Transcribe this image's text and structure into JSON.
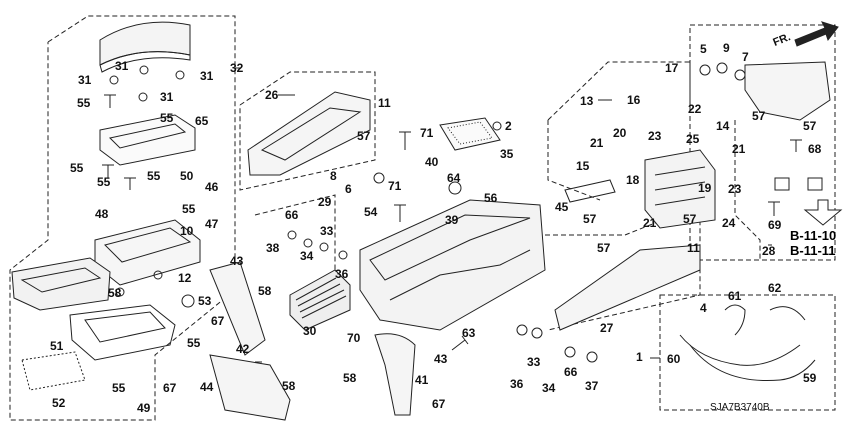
{
  "diagram": {
    "code": "SJA7B3740B",
    "direction_label": "FR.",
    "refs": [
      "B-11-10",
      "B-11-11"
    ],
    "callouts": [
      {
        "id": "c1",
        "text": "1"
      },
      {
        "id": "c2",
        "text": "2"
      },
      {
        "id": "c4",
        "text": "4"
      },
      {
        "id": "c5",
        "text": "5"
      },
      {
        "id": "c6",
        "text": "6"
      },
      {
        "id": "c7",
        "text": "7"
      },
      {
        "id": "c8",
        "text": "8"
      },
      {
        "id": "c9",
        "text": "9"
      },
      {
        "id": "c10",
        "text": "10"
      },
      {
        "id": "c11a",
        "text": "11"
      },
      {
        "id": "c11b",
        "text": "11"
      },
      {
        "id": "c12",
        "text": "12"
      },
      {
        "id": "c13",
        "text": "13"
      },
      {
        "id": "c14",
        "text": "14"
      },
      {
        "id": "c15",
        "text": "15"
      },
      {
        "id": "c16",
        "text": "16"
      },
      {
        "id": "c17",
        "text": "17"
      },
      {
        "id": "c18",
        "text": "18"
      },
      {
        "id": "c19",
        "text": "19"
      },
      {
        "id": "c20",
        "text": "20"
      },
      {
        "id": "c21a",
        "text": "21"
      },
      {
        "id": "c21b",
        "text": "21"
      },
      {
        "id": "c21c",
        "text": "21"
      },
      {
        "id": "c22",
        "text": "22"
      },
      {
        "id": "c23a",
        "text": "23"
      },
      {
        "id": "c23b",
        "text": "23"
      },
      {
        "id": "c24",
        "text": "24"
      },
      {
        "id": "c25",
        "text": "25"
      },
      {
        "id": "c26",
        "text": "26"
      },
      {
        "id": "c27",
        "text": "27"
      },
      {
        "id": "c28",
        "text": "28"
      },
      {
        "id": "c29",
        "text": "29"
      },
      {
        "id": "c30",
        "text": "30"
      },
      {
        "id": "c31a",
        "text": "31"
      },
      {
        "id": "c31b",
        "text": "31"
      },
      {
        "id": "c31c",
        "text": "31"
      },
      {
        "id": "c31d",
        "text": "31"
      },
      {
        "id": "c32",
        "text": "32"
      },
      {
        "id": "c33a",
        "text": "33"
      },
      {
        "id": "c33b",
        "text": "33"
      },
      {
        "id": "c34a",
        "text": "34"
      },
      {
        "id": "c34b",
        "text": "34"
      },
      {
        "id": "c35",
        "text": "35"
      },
      {
        "id": "c36a",
        "text": "36"
      },
      {
        "id": "c36b",
        "text": "36"
      },
      {
        "id": "c37",
        "text": "37"
      },
      {
        "id": "c38",
        "text": "38"
      },
      {
        "id": "c39",
        "text": "39"
      },
      {
        "id": "c40",
        "text": "40"
      },
      {
        "id": "c41",
        "text": "41"
      },
      {
        "id": "c42",
        "text": "42"
      },
      {
        "id": "c43a",
        "text": "43"
      },
      {
        "id": "c43b",
        "text": "43"
      },
      {
        "id": "c44",
        "text": "44"
      },
      {
        "id": "c45",
        "text": "45"
      },
      {
        "id": "c46",
        "text": "46"
      },
      {
        "id": "c47",
        "text": "47"
      },
      {
        "id": "c48",
        "text": "48"
      },
      {
        "id": "c49",
        "text": "49"
      },
      {
        "id": "c50",
        "text": "50"
      },
      {
        "id": "c51",
        "text": "51"
      },
      {
        "id": "c52",
        "text": "52"
      },
      {
        "id": "c53",
        "text": "53"
      },
      {
        "id": "c54",
        "text": "54"
      },
      {
        "id": "c55a",
        "text": "55"
      },
      {
        "id": "c55b",
        "text": "55"
      },
      {
        "id": "c55c",
        "text": "55"
      },
      {
        "id": "c55d",
        "text": "55"
      },
      {
        "id": "c55e",
        "text": "55"
      },
      {
        "id": "c55f",
        "text": "55"
      },
      {
        "id": "c55g",
        "text": "55"
      },
      {
        "id": "c56",
        "text": "56"
      },
      {
        "id": "c57a",
        "text": "57"
      },
      {
        "id": "c57b",
        "text": "57"
      },
      {
        "id": "c57c",
        "text": "57"
      },
      {
        "id": "c57d",
        "text": "57"
      },
      {
        "id": "c57e",
        "text": "57"
      },
      {
        "id": "c57f",
        "text": "57"
      },
      {
        "id": "c58a",
        "text": "58"
      },
      {
        "id": "c58b",
        "text": "58"
      },
      {
        "id": "c58c",
        "text": "58"
      },
      {
        "id": "c58d",
        "text": "58"
      },
      {
        "id": "c59",
        "text": "59"
      },
      {
        "id": "c60",
        "text": "60"
      },
      {
        "id": "c61",
        "text": "61"
      },
      {
        "id": "c62",
        "text": "62"
      },
      {
        "id": "c63",
        "text": "63"
      },
      {
        "id": "c64",
        "text": "64"
      },
      {
        "id": "c65",
        "text": "65"
      },
      {
        "id": "c66a",
        "text": "66"
      },
      {
        "id": "c66b",
        "text": "66"
      },
      {
        "id": "c67a",
        "text": "67"
      },
      {
        "id": "c67b",
        "text": "67"
      },
      {
        "id": "c67c",
        "text": "67"
      },
      {
        "id": "c68",
        "text": "68"
      },
      {
        "id": "c69",
        "text": "69"
      },
      {
        "id": "c70",
        "text": "70"
      },
      {
        "id": "c71a",
        "text": "71"
      },
      {
        "id": "c71b",
        "text": "71"
      }
    ]
  }
}
